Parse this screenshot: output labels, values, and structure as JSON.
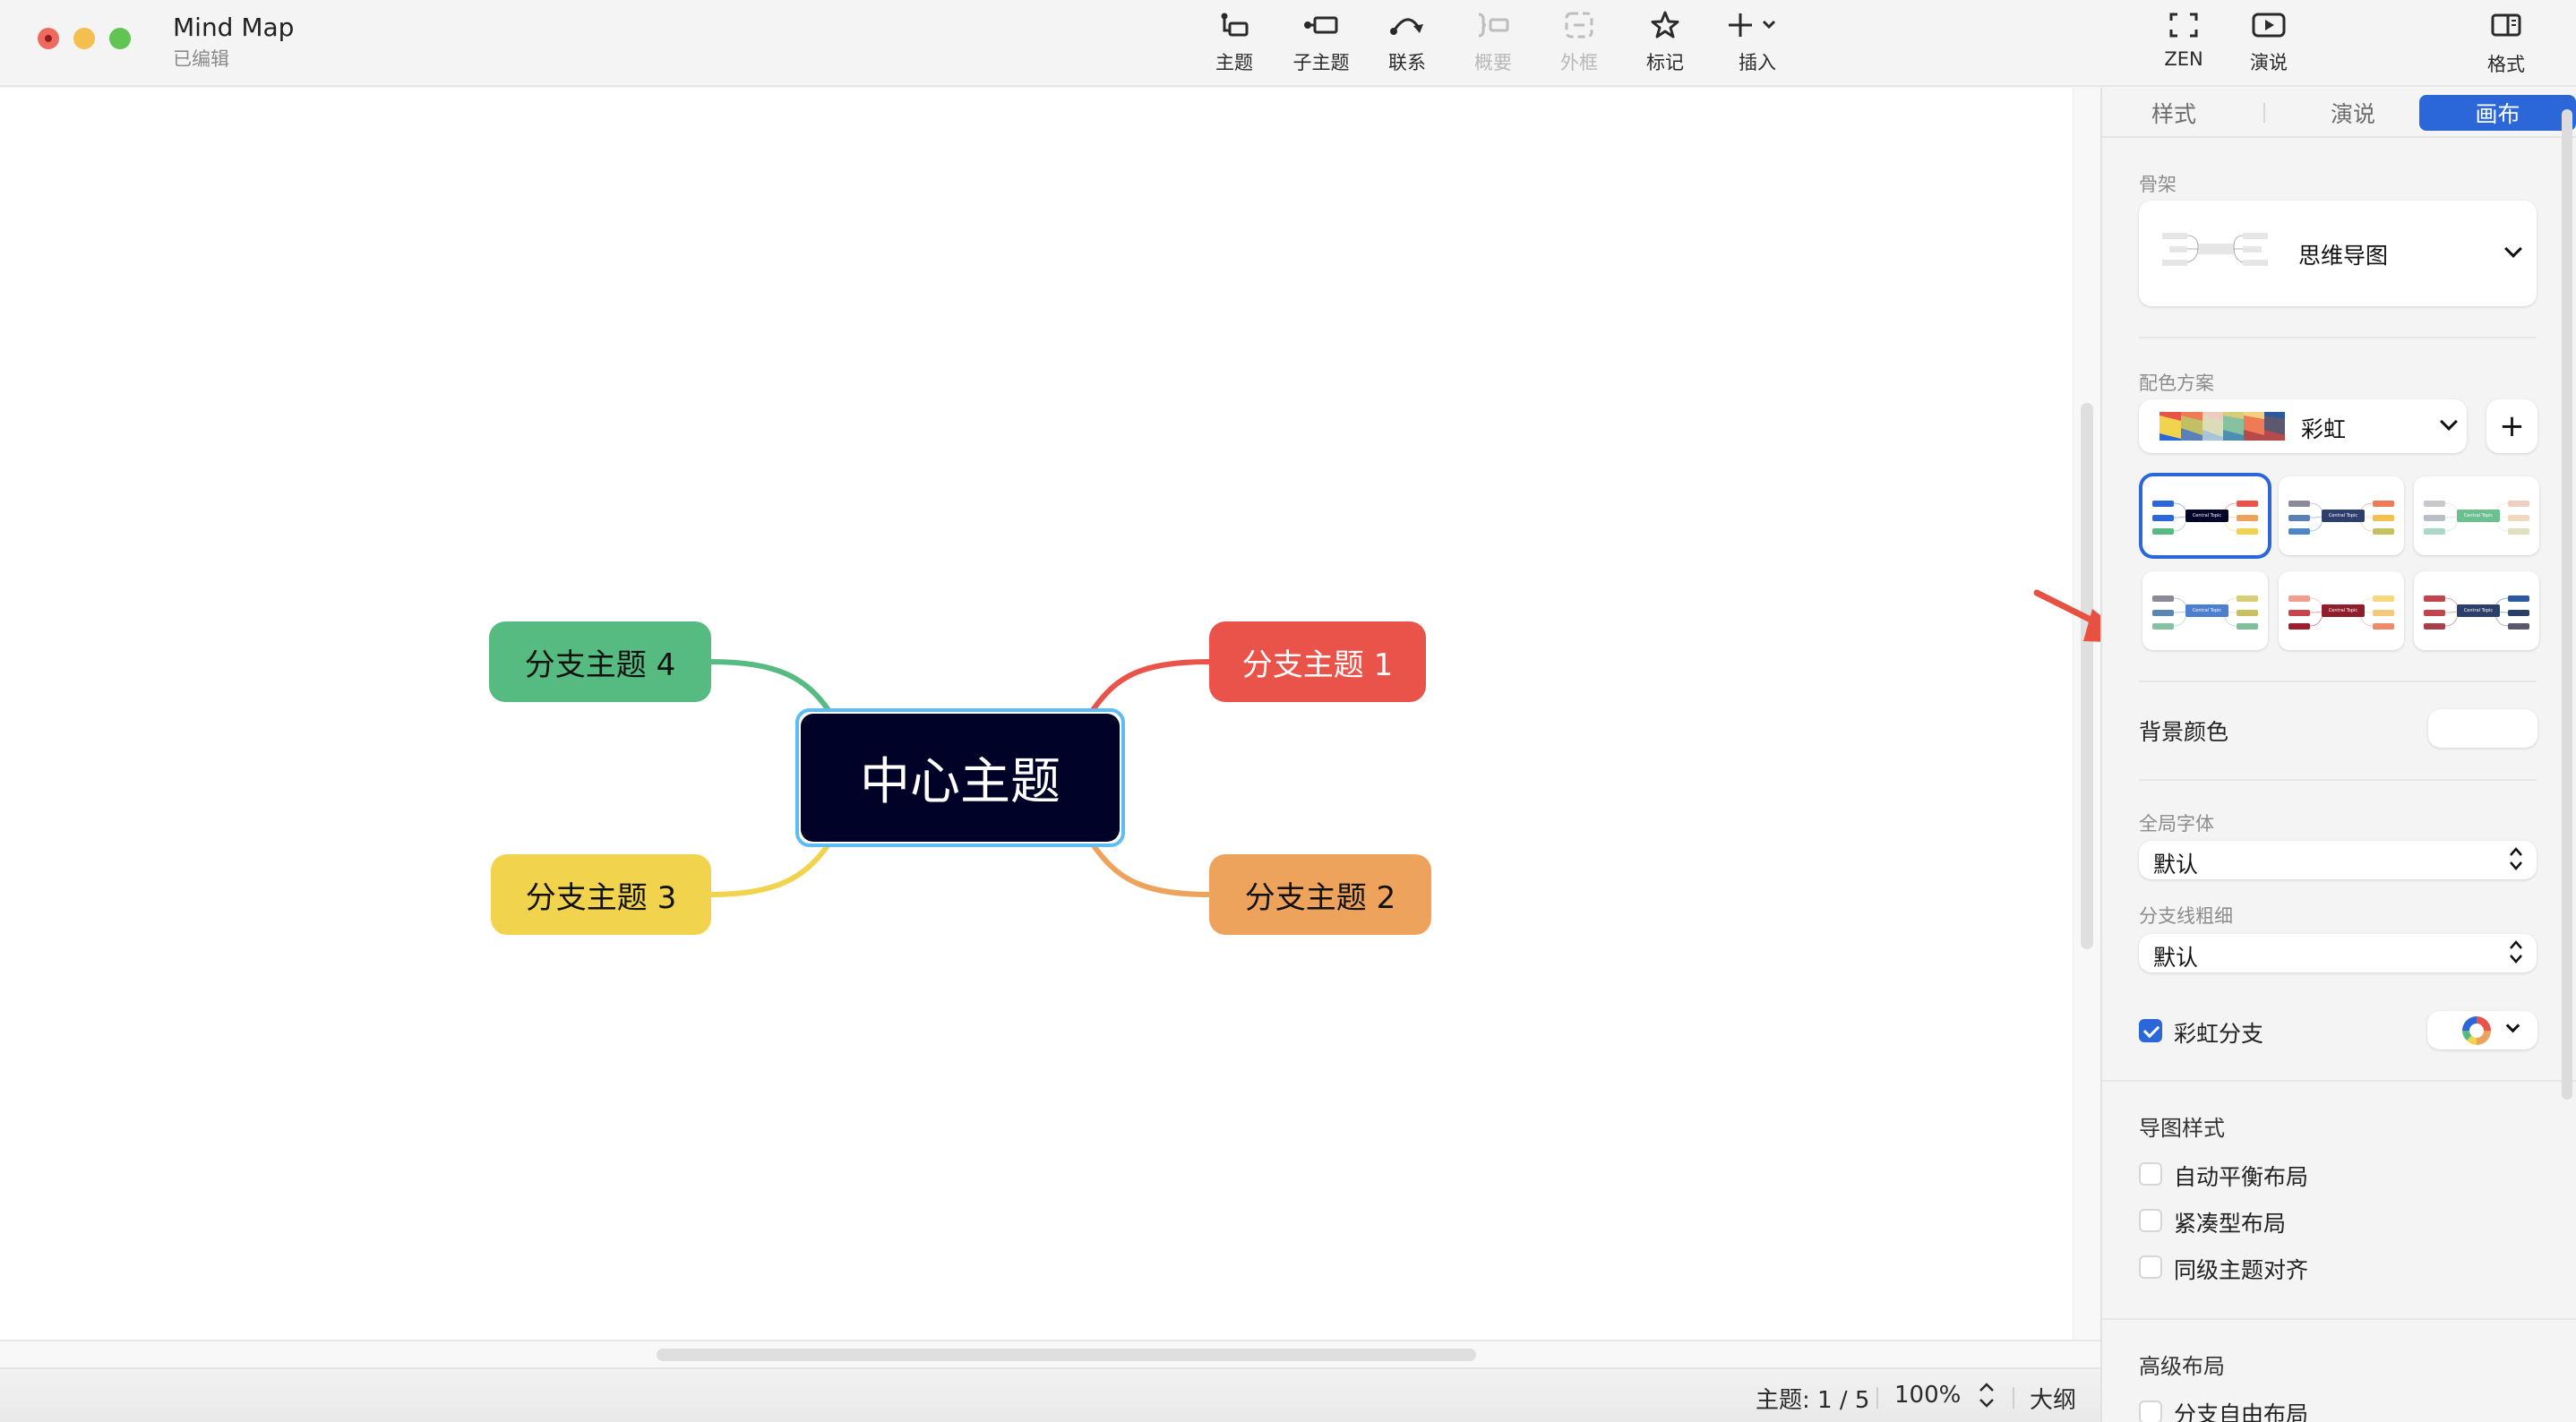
{
  "window": {
    "title": "Mind Map",
    "subtitle": "已编辑"
  },
  "toolbar": {
    "items": [
      {
        "label": "主题",
        "icon": "topic-icon",
        "enabled": true
      },
      {
        "label": "子主题",
        "icon": "subtopic-icon",
        "enabled": true
      },
      {
        "label": "联系",
        "icon": "relationship-icon",
        "enabled": true
      },
      {
        "label": "概要",
        "icon": "summary-icon",
        "enabled": false
      },
      {
        "label": "外框",
        "icon": "boundary-icon",
        "enabled": false
      },
      {
        "label": "标记",
        "icon": "star-icon",
        "enabled": true
      },
      {
        "label": "插入",
        "icon": "plus-icon",
        "enabled": true
      }
    ],
    "right_items": [
      {
        "label": "ZEN",
        "icon": "zen-mode-icon"
      },
      {
        "label": "演说",
        "icon": "play-icon"
      },
      {
        "label": "格式",
        "icon": "format-panel-icon",
        "active": true
      }
    ]
  },
  "mindmap": {
    "central": {
      "label": "中心主题",
      "bg": "#000327",
      "selected": true
    },
    "branches": [
      {
        "label": "分支主题 1",
        "bg": "#e9534a",
        "text": "#ffffff",
        "line": "#e9534a",
        "side": "right"
      },
      {
        "label": "分支主题 2",
        "bg": "#eda35b",
        "text": "#111111",
        "line": "#eda35b",
        "side": "right"
      },
      {
        "label": "分支主题 3",
        "bg": "#f1d34e",
        "text": "#111111",
        "line": "#f1d34e",
        "side": "left"
      },
      {
        "label": "分支主题 4",
        "bg": "#56bb80",
        "text": "#111111",
        "line": "#56bb80",
        "side": "left"
      }
    ]
  },
  "statusbar": {
    "topic_count": "主题: 1 / 5",
    "zoom": "100%",
    "outline": "大纲"
  },
  "panel": {
    "tabs": [
      {
        "label": "样式",
        "active": false
      },
      {
        "label": "演说",
        "active": false
      },
      {
        "label": "画布",
        "active": true
      }
    ],
    "skeleton": {
      "label": "骨架",
      "value": "思维导图"
    },
    "color_scheme": {
      "label": "配色方案",
      "value": "彩虹",
      "add_label": "+",
      "themes": [
        {
          "central": "#000327",
          "left": [
            "#2b67d8",
            "#2b67d8",
            "#56bb80"
          ],
          "right": [
            "#e9534a",
            "#eda35b",
            "#f1d34e"
          ],
          "selected": true,
          "text": "Central Topic"
        },
        {
          "central": "#2e3f6e",
          "left": [
            "#8a8a9a",
            "#5b7fb8",
            "#4e87c9"
          ],
          "right": [
            "#ef7a56",
            "#f4c04f",
            "#c7c060"
          ],
          "selected": false,
          "text": "Central Topic"
        },
        {
          "central": "#6cbf8e",
          "left": [
            "#c8c8cc",
            "#b9bec6",
            "#a9d8c9"
          ],
          "right": [
            "#f0cfc1",
            "#f3d8bb",
            "#dfe0bf"
          ],
          "selected": false,
          "text": "Central Topic"
        },
        {
          "central": "#4c7fd0",
          "left": [
            "#8a8a9a",
            "#5b86b0",
            "#86c2a0"
          ],
          "right": [
            "#d7cf77",
            "#c9c062",
            "#7fc09a"
          ],
          "selected": false,
          "text": "Central Topic"
        },
        {
          "central": "#8f1e2c",
          "left": [
            "#f29e8e",
            "#c8454e",
            "#9b1f2e"
          ],
          "right": [
            "#f5d97c",
            "#f4c97a",
            "#ef8a6a"
          ],
          "selected": false,
          "text": "Central Topic"
        },
        {
          "central": "#2c3f6a",
          "left": [
            "#c0464d",
            "#c0464d",
            "#a8404a"
          ],
          "right": [
            "#2c5aa0",
            "#2c3f6a",
            "#5c5870"
          ],
          "selected": false,
          "text": "Central Topic"
        }
      ]
    },
    "background_color": {
      "label": "背景颜色",
      "value": "#ffffff"
    },
    "global_font": {
      "label": "全局字体",
      "value": "默认"
    },
    "branch_width": {
      "label": "分支线粗细",
      "value": "默认"
    },
    "rainbow_branch": {
      "label": "彩虹分支",
      "checked": true
    },
    "map_style": {
      "label": "导图样式",
      "options": [
        {
          "label": "自动平衡布局",
          "checked": false
        },
        {
          "label": "紧凑型布局",
          "checked": false
        },
        {
          "label": "同级主题对齐",
          "checked": false
        }
      ]
    },
    "advanced_layout": {
      "label": "高级布局",
      "options": [
        {
          "label": "分支自由布局",
          "checked": false
        }
      ]
    }
  },
  "colors": {
    "accent": "#2b67d8",
    "selection": "#5ebcf5",
    "annotation_arrow": "#e8503f"
  }
}
